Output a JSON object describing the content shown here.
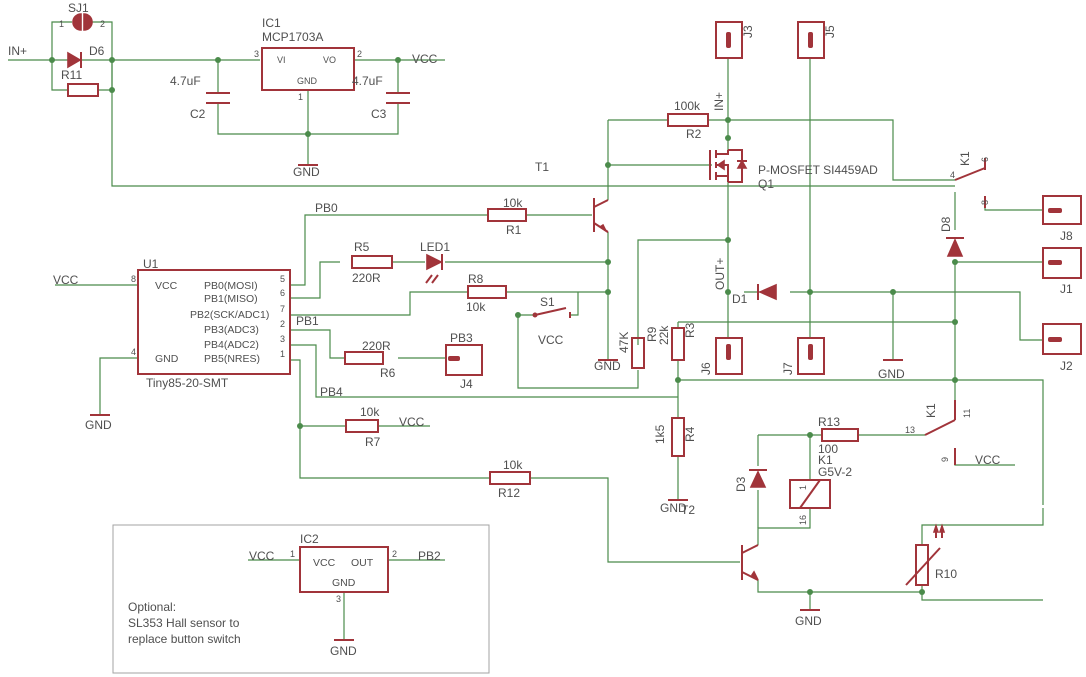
{
  "labels": {
    "sj1": "SJ1",
    "sj1_pin1": "1",
    "sj1_pin2": "2",
    "in_plus": "IN+",
    "d6": "D6",
    "r11": "R11",
    "ic1": "IC1",
    "ic1_part": "MCP1703A",
    "ic1_vi": "VI",
    "ic1_vo": "VO",
    "ic1_gnd": "GND",
    "ic1_pin3": "3",
    "ic1_pin2": "2",
    "ic1_pin1": "1",
    "vcc": "VCC",
    "gnd": "GND",
    "c2": "C2",
    "c3": "C3",
    "c2_val": "4.7uF",
    "c3_val": "4.7uF",
    "j3": "J3",
    "j5": "J5",
    "j6": "J6",
    "j7": "J7",
    "j8": "J8",
    "j1": "J1",
    "j2": "J2",
    "j4": "J4",
    "r2": "R2",
    "r2_val": "100k",
    "in_plus_rot": "IN+",
    "out_plus": "OUT+",
    "t1": "T1",
    "q1": "Q1",
    "q1_part": "P-MOSFET SI4459AD",
    "k1": "K1",
    "k1_p6": "6",
    "k1_p4": "4",
    "k1_p8": "8",
    "k1_p11": "11",
    "k1_p13": "13",
    "k1_p9": "9",
    "k1_p1": "1",
    "k1_p16": "16",
    "k1_part": "G5V-2",
    "d8": "D8",
    "d1": "D1",
    "d3": "D3",
    "pb0": "PB0",
    "pb1": "PB1",
    "pb4": "PB4",
    "pb3": "PB3",
    "pb2": "PB2",
    "r1": "R1",
    "r1_val": "10k",
    "r5": "R5",
    "r5_val": "220R",
    "led1": "LED1",
    "r8": "R8",
    "r8_val": "10k",
    "s1": "S1",
    "u1": "U1",
    "u1_part": "Tiny85-20-SMT",
    "u1_vcc": "VCC",
    "u1_gnd": "GND",
    "u1_pb0": "PB0(MOSI)",
    "u1_pb1": "PB1(MISO)",
    "u1_pb2": "PB2(SCK/ADC1)",
    "u1_pb3": "PB3(ADC3)",
    "u1_pb4": "PB4(ADC2)",
    "u1_pb5": "PB5(NRES)",
    "u1_p8": "8",
    "u1_p4": "4",
    "u1_p5": "5",
    "u1_p6": "6",
    "u1_p7": "7",
    "u1_p2": "2",
    "u1_p3": "3",
    "u1_p1": "1",
    "r6": "R6",
    "r6_val": "220R",
    "r9": "R9",
    "r9_val": "47K",
    "r3": "R3",
    "r3_val": "22k",
    "r4": "R4",
    "r4_val": "1k5",
    "t2": "T2",
    "r7": "R7",
    "r7_val": "10k",
    "r12": "R12",
    "r12_val": "10k",
    "r13": "R13",
    "r13_val": "100",
    "r10": "R10",
    "ic2": "IC2",
    "ic2_vcc": "VCC",
    "ic2_out": "OUT",
    "ic2_gnd": "GND",
    "ic2_p1": "1",
    "ic2_p2": "2",
    "ic2_p3": "3",
    "note1": "Optional:",
    "note2": "SL353 Hall sensor to",
    "note3": "replace button switch"
  }
}
